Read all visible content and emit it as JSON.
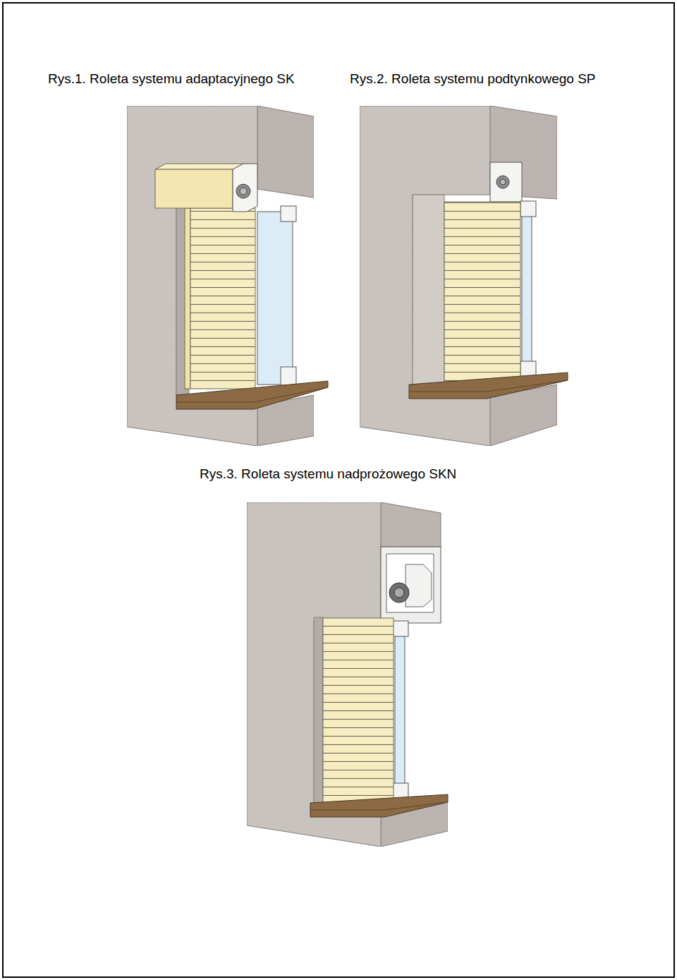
{
  "diagram": {
    "labels": [
      "Rys.1. Roleta systemu adaptacyjnego SK",
      "Rys.2. Roleta systemu podtynkowego SP",
      "Rys.3. Roleta systemu nadprożowego SKN"
    ]
  }
}
